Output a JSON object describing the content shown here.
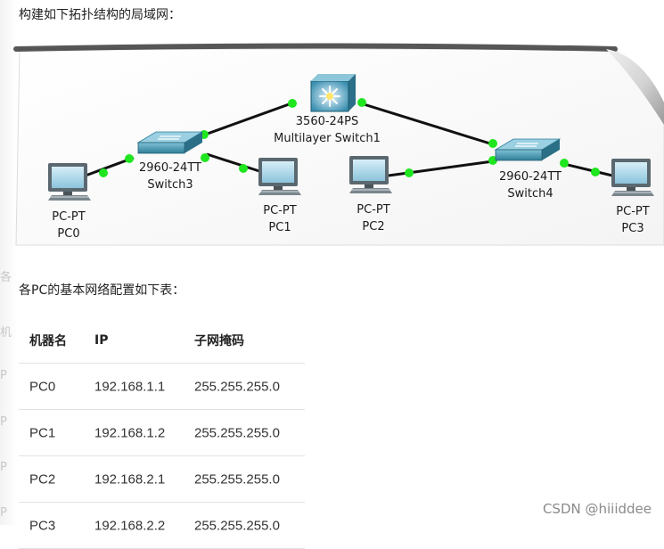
{
  "intro_topology": "构建如下拓扑结构的局域网：",
  "intro_table": "各PC的基本网络配置如下表：",
  "devices": {
    "ms": {
      "model": "3560-24PS",
      "name": "Multilayer Switch1"
    },
    "sw3": {
      "model": "2960-24TT",
      "name": "Switch3"
    },
    "sw4": {
      "model": "2960-24TT",
      "name": "Switch4"
    },
    "pc0": {
      "model": "PC-PT",
      "name": "PC0"
    },
    "pc1": {
      "model": "PC-PT",
      "name": "PC1"
    },
    "pc2": {
      "model": "PC-PT",
      "name": "PC2"
    },
    "pc3": {
      "model": "PC-PT",
      "name": "PC3"
    }
  },
  "links": [
    [
      "ms",
      "sw3"
    ],
    [
      "ms",
      "sw4"
    ],
    [
      "sw3",
      "pc0"
    ],
    [
      "sw3",
      "pc1"
    ],
    [
      "sw4",
      "pc2"
    ],
    [
      "sw4",
      "pc3"
    ]
  ],
  "colors": {
    "link": "#111111",
    "port": "#1fe61f",
    "device": "#3a8ca8"
  },
  "table": {
    "headers": [
      "机器名",
      "IP",
      "子网掩码"
    ],
    "rows": [
      [
        "PC0",
        "192.168.1.1",
        "255.255.255.0"
      ],
      [
        "PC1",
        "192.168.1.2",
        "255.255.255.0"
      ],
      [
        "PC2",
        "192.168.2.1",
        "255.255.255.0"
      ],
      [
        "PC3",
        "192.168.2.2",
        "255.255.255.0"
      ]
    ]
  },
  "watermark": "CSDN @hiiiddee"
}
